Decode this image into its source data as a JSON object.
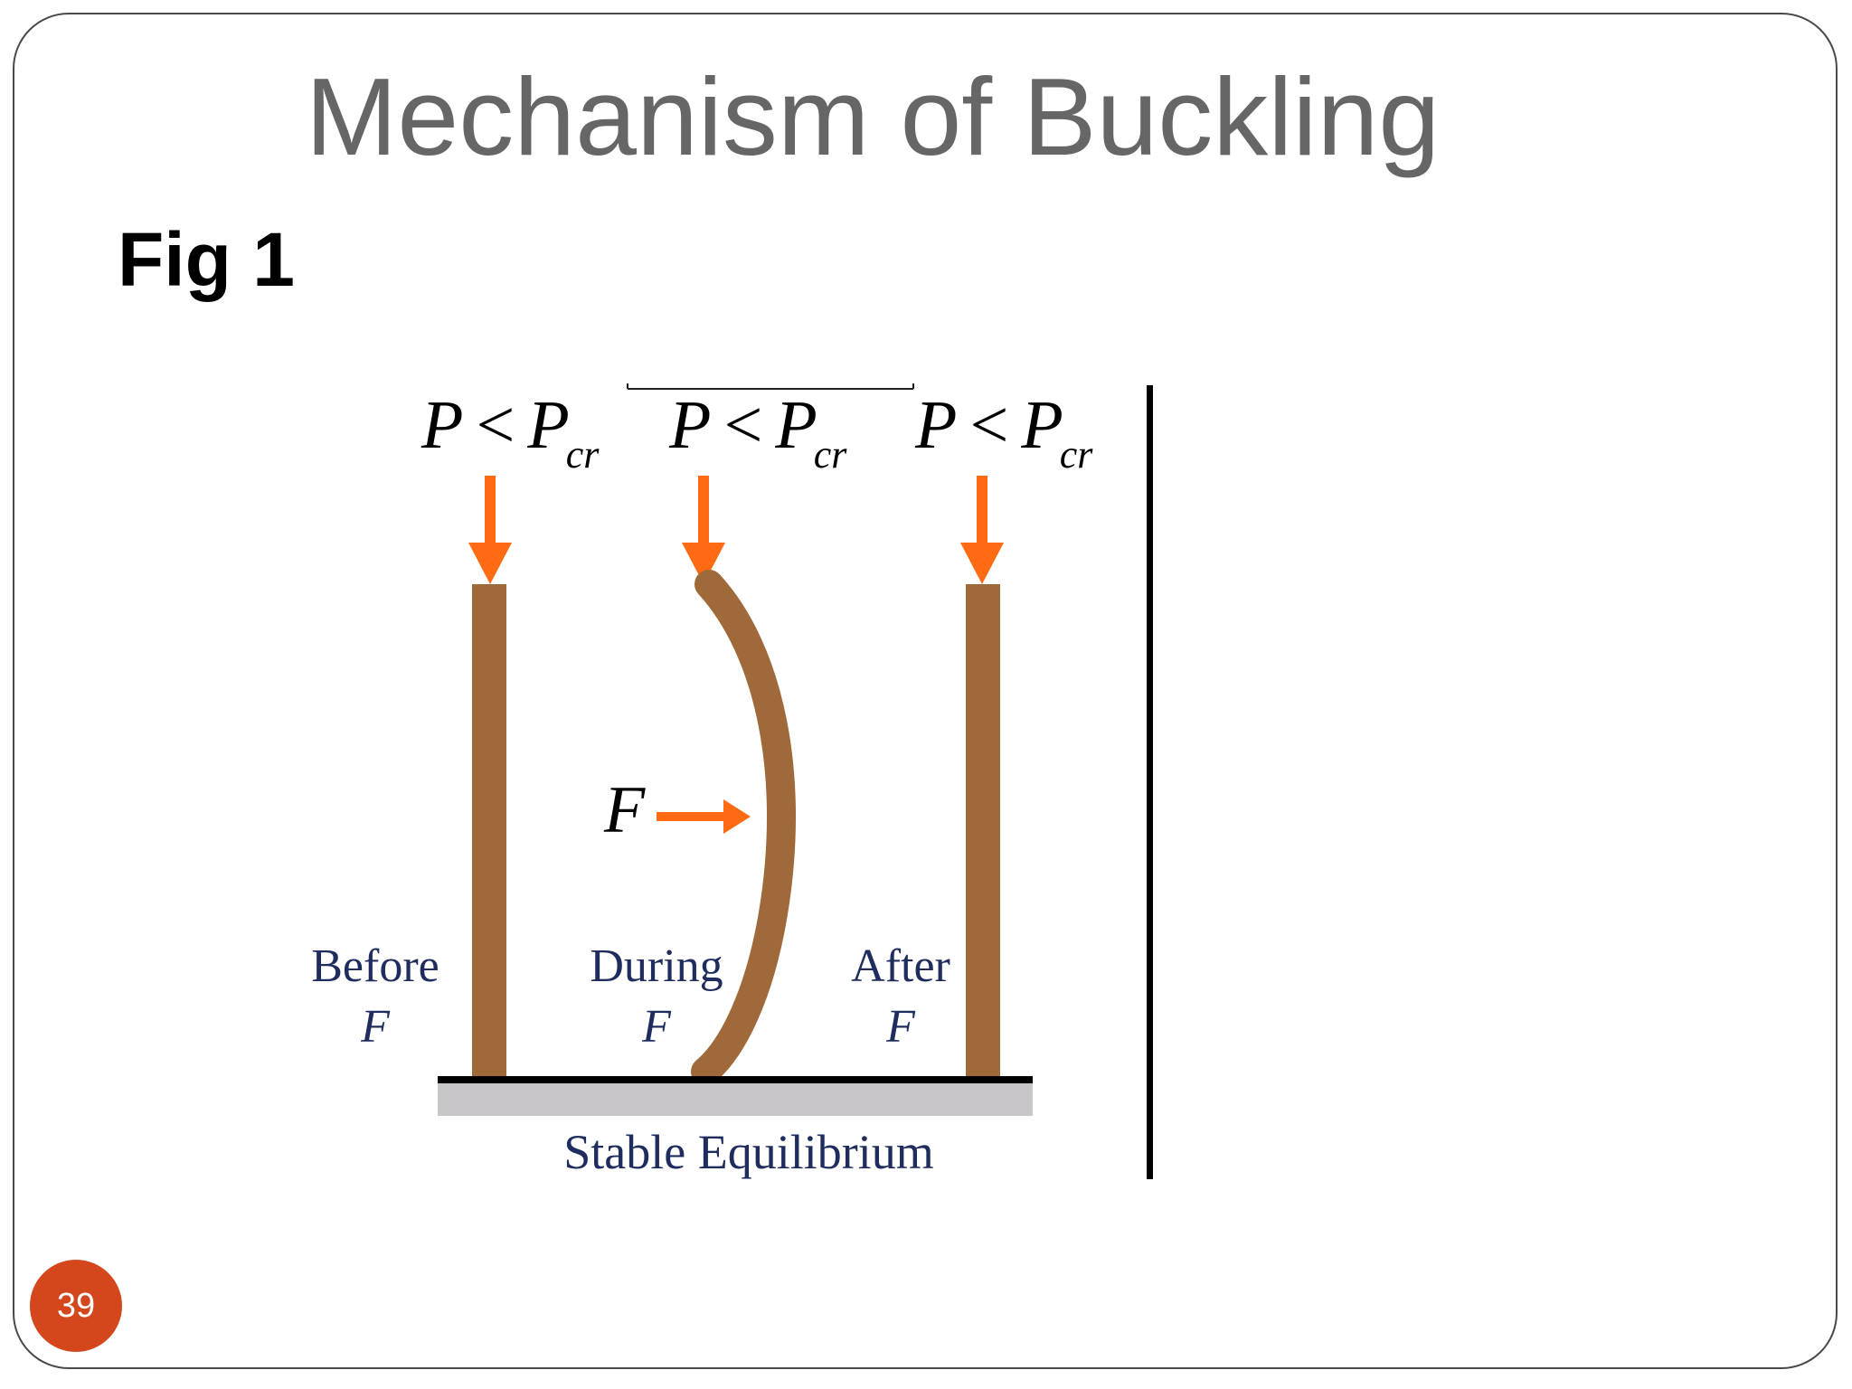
{
  "slide": {
    "title": "Mechanism of Buckling",
    "fig_label": "Fig 1",
    "page_number": "39"
  },
  "diagram": {
    "loads": [
      {
        "P": "P",
        "lt": "<",
        "Pcr": "P",
        "sub": "cr"
      },
      {
        "P": "P",
        "lt": "<",
        "Pcr": "P",
        "sub": "cr"
      },
      {
        "P": "P",
        "lt": "<",
        "Pcr": "P",
        "sub": "cr"
      }
    ],
    "force_label": "F",
    "stages": [
      {
        "label": "Before",
        "force": "F"
      },
      {
        "label": "During",
        "force": "F"
      },
      {
        "label": "After",
        "force": "F"
      }
    ],
    "caption": "Stable Equilibrium"
  },
  "colors": {
    "column": "#a0693a",
    "arrow": "#ff6a12",
    "stage_text": "#1f2d5e",
    "ground": "#c8c6c8",
    "badge": "#d4471d",
    "title": "#666666"
  }
}
